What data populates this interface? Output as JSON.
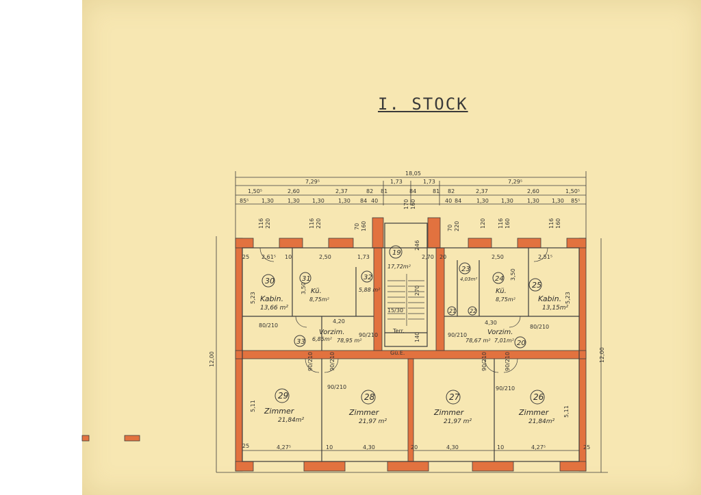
{
  "title": "I. STOCK",
  "colors": {
    "paper": "#f7e7b2",
    "wall": "#e2723f",
    "line": "#3b3b3b"
  },
  "dimensions": {
    "total": "18,05",
    "half_left": "7,29⁵",
    "half_right": "7,29⁵",
    "stair_left": "1,73",
    "stair_right": "1,73",
    "row2": [
      "1,50⁵",
      "2,60",
      "2,37",
      "82",
      "81",
      "84",
      "81",
      "82",
      "2,37",
      "2,60",
      "1,50⁵"
    ],
    "row3": [
      "85⁵",
      "1,30",
      "1,30",
      "1,30",
      "1,30",
      "84",
      "40",
      "40",
      "84",
      "1,30",
      "1,30",
      "1,30",
      "1,30",
      "85⁵"
    ],
    "height_left": "12,00",
    "height_right": "12,00",
    "bottom_widths": [
      "4,27⁵",
      "4,30",
      "4,30",
      "4,27⁵"
    ],
    "inner_widths": [
      "2,61⁵",
      "2,50",
      "1,73",
      "2,70",
      "2,50",
      "2,51⁵"
    ],
    "corridor_widths": [
      "4,20",
      "4,30"
    ],
    "wall_marks": [
      "25",
      "25",
      "10",
      "10",
      "20",
      "20",
      "10",
      "25"
    ],
    "window_heights": [
      "116",
      "220",
      "116",
      "220",
      "70",
      "160",
      "170",
      "160",
      "246",
      "270",
      "70",
      "220",
      "120",
      "116",
      "160",
      "116",
      "160"
    ]
  },
  "rooms": [
    {
      "num": "30",
      "name": "Kabin.",
      "area": "13,66 m²",
      "side": "5,23"
    },
    {
      "num": "31",
      "name": "Kü.",
      "area": "8,75m²",
      "side": "3,50"
    },
    {
      "num": "32",
      "name": "",
      "area": "5,88 m²",
      "side": ""
    },
    {
      "num": "19",
      "name": "",
      "area": "17,72m²",
      "side": ""
    },
    {
      "num": "23",
      "name": "",
      "area": "4,03m²",
      "side": ""
    },
    {
      "num": "24",
      "name": "Kü.",
      "area": "8,75m²",
      "side": "3,50"
    },
    {
      "num": "25",
      "name": "Kabin.",
      "area": "13,15m²",
      "side": "5,23"
    },
    {
      "num": "33",
      "name": "Vorzim.",
      "area": "6,85m²",
      "sub": "78,95 m²"
    },
    {
      "num": "20",
      "name": "Vorzim.",
      "area": "7,01m²",
      "sub": "78,67 m²"
    },
    {
      "num": "29",
      "name": "Zimmer",
      "area": "21,84m²",
      "side": "5,11"
    },
    {
      "num": "28",
      "name": "Zimmer",
      "area": "21,97 m²",
      "side": ""
    },
    {
      "num": "27",
      "name": "Zimmer",
      "area": "21,97 m²",
      "side": ""
    },
    {
      "num": "26",
      "name": "Zimmer",
      "area": "21,84m²",
      "side": "5,11"
    },
    {
      "num": "21",
      "name": "",
      "area": "",
      "side": ""
    },
    {
      "num": "22",
      "name": "",
      "area": "",
      "side": ""
    }
  ],
  "door_marks": [
    "80/210",
    "90/210",
    "90/210",
    "90/210",
    "90/210",
    "90/210",
    "80/210",
    "90/210",
    "90/210",
    "90/210"
  ],
  "misc": {
    "terr": "Terr.",
    "gue": "Gü.E.",
    "stair_label": "15/30",
    "stair_h": "140"
  }
}
